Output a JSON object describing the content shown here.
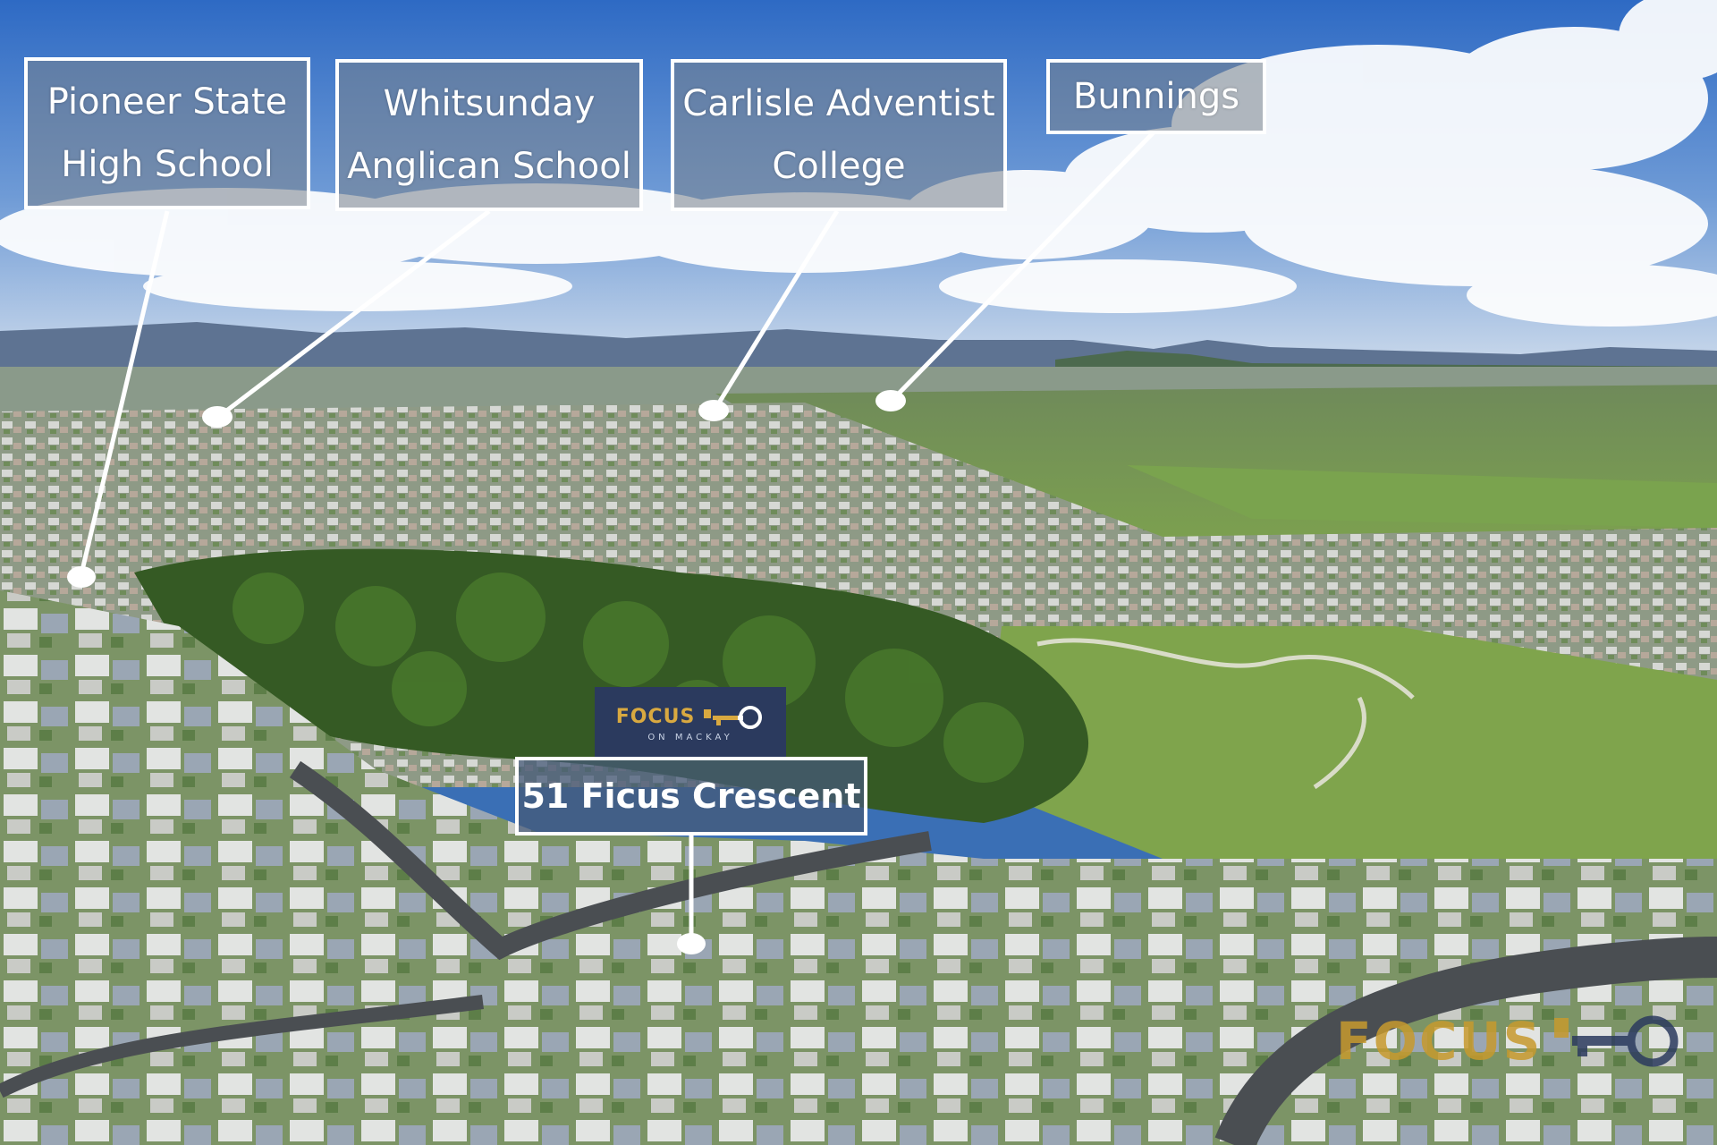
{
  "labels": {
    "pioneer": [
      "Pioneer State",
      "High School"
    ],
    "whitsunday": [
      "Whitsunday",
      "Anglican School"
    ],
    "carlisle": [
      "Carlisle Adventist",
      "College"
    ],
    "bunnings": [
      "Bunnings"
    ]
  },
  "property": {
    "address": "51 Ficus Crescent"
  },
  "branding": {
    "badge_word": "FOCUS",
    "badge_sub": "ON MACKAY",
    "watermark_word": "FOCUS",
    "gold": "#d9a940",
    "navy": "#2b3a5e"
  }
}
